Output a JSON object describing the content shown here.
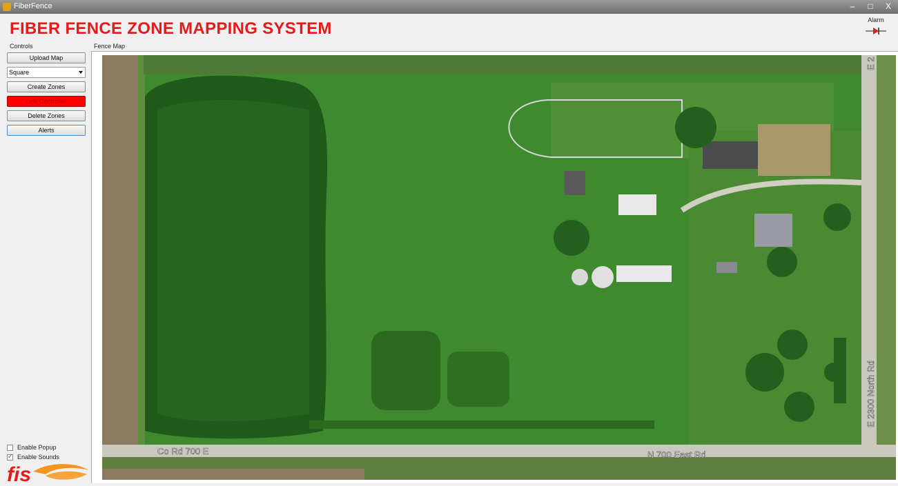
{
  "window": {
    "title": "FiberFence",
    "controls": [
      "–",
      "□",
      "X"
    ]
  },
  "header": {
    "title": "FIBER FENCE ZONE MAPPING SYSTEM",
    "alarm_label": "Alarm"
  },
  "sections": {
    "controls_label": "Controls",
    "map_label": "Fence Map"
  },
  "controls": {
    "upload_map": "Upload Map",
    "shape_select": {
      "value": "Square"
    },
    "create_zones": "Create Zones",
    "link_controller": "Link Controller",
    "delete_zones": "Delete Zones",
    "alerts": "Alerts"
  },
  "options": {
    "enable_popup": {
      "label": "Enable Popup",
      "checked": false
    },
    "enable_sounds": {
      "label": "Enable Sounds",
      "checked": true
    }
  },
  "logo_text": "fis",
  "map": {
    "road_labels": [
      "Co Rd 700 E",
      "N 700 East Rd",
      "E 2300 North Rd",
      "E 2"
    ]
  },
  "colors": {
    "title_red": "#e31b1b",
    "link_controller_bg": "#ff0000",
    "grass": "#3f8a2e",
    "trees": "#1f5a1a"
  }
}
